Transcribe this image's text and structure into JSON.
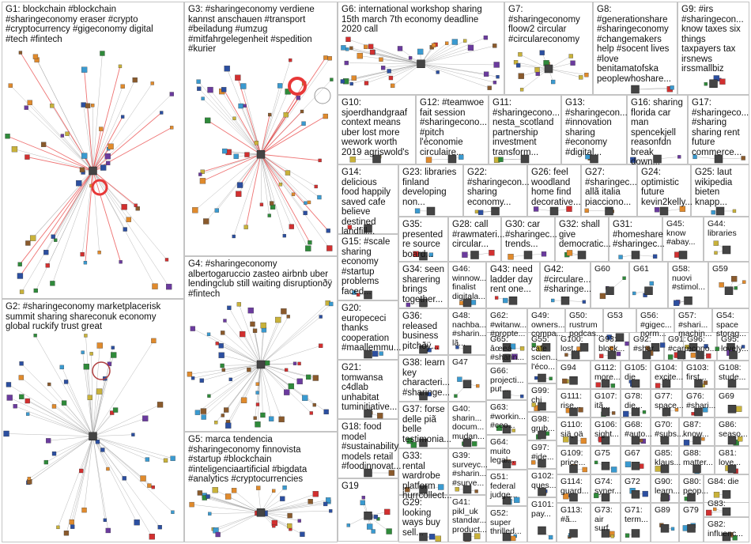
{
  "groups": [
    {
      "id": "G1",
      "label": "G1: blockchain #blockchain\n#sharingeconomy eraser #crypto\n#cryptocurrency #gigeconomy digital\n#tech #fintech"
    },
    {
      "id": "G2",
      "label": "G2: #sharingeconomy marketplacerisk\nsummit sharing shareconuk economy\nglobal ruckify trust great"
    },
    {
      "id": "G3",
      "label": "G3: #sharingeconomy verdiene\nkannst anschauen #transport\n#beiladung #umzug\n#mitfahrgelegenheit #spedition\n#kurier"
    },
    {
      "id": "G4",
      "label": "G4: #sharingeconomy\nalbertogaruccio zasteo airbnb uber\nlendingclub still waiting disruptionðÿ\n#fintech"
    },
    {
      "id": "G5",
      "label": "G5: marca tendencia\n#sharingeconomy finnovista\n#startup #blockchain\n#inteligenciaartificial #bigdata\n#analytics #cryptocurrencies"
    },
    {
      "id": "G6",
      "label": "G6: international workshop sharing\n15th march 7th economy deadline\n2020 call"
    },
    {
      "id": "G7",
      "label": "G7:\n#sharingeconomy\nfloow2 circular\n#circulareconomy"
    },
    {
      "id": "G8",
      "label": "G8:\n#generationshare\n#sharingeconomy\n#changemakers\nhelp #socent lives\n#love\nbenitamatofska\npeoplewhoshare..."
    },
    {
      "id": "G9",
      "label": "G9: #irs\n#sharingecon...\nknow taxes six\nthings\ntaxpayers tax\nirsnews\nirssmallbiz"
    },
    {
      "id": "G10",
      "label": "G10:\nsjoerdhandgraaf\ncontext means\nuber lost more\nwework worth\n2019 agriswold's"
    },
    {
      "id": "G11",
      "label": "G11:\n#sharingecono...\nnesta_scotland\npartnership\ninvestment\ntransform..."
    },
    {
      "id": "G12",
      "label": "G12: #teamwoe\nfait session\n#sharingecono...\n#pitch\nl'économie\ncirculaire..."
    },
    {
      "id": "G13",
      "label": "G13:\n#sharingecon...\n#innovation\nsharing\n#economy\n#digital..."
    },
    {
      "id": "G14",
      "label": "G14: delicious\nfood happily\nsaved cafe\nbelieve\ndestined\nlandfill..."
    },
    {
      "id": "G15",
      "label": "G15: #scale\nsharing\neconomy\n#startup\nproblems\nfaced..."
    },
    {
      "id": "G16",
      "label": "G16: sharing\nflorida car\nman\nspencekjell\nreasonfdn\nbreak down..."
    },
    {
      "id": "G17",
      "label": "G17:\n#sharingeco...\n#sharing\nsharing rent\nfuture\ncommerce..."
    },
    {
      "id": "G18",
      "label": "G18: food\nmodel\n#sustainability\nmodels retail\n#foodinnovat..."
    },
    {
      "id": "G19",
      "label": "G19"
    },
    {
      "id": "G20",
      "label": "G20:\neuropececi\nthanks\ncooperation\n#maallemmu..."
    },
    {
      "id": "G21",
      "label": "G21:\ntomwansa\nc4dlab\nunhabitat\ntuminitiative..."
    },
    {
      "id": "G22",
      "label": "G22:\n#sharingecon...\nsharing\neconomy..."
    },
    {
      "id": "G23",
      "label": "G23: libraries\nfinland\ndeveloping\nnon..."
    },
    {
      "id": "G24",
      "label": "G24:\noptimistic\nfuture\nkevin2kelly..."
    },
    {
      "id": "G25",
      "label": "G25: laut\nwikipedia\nbieten\nknapp..."
    },
    {
      "id": "G26",
      "label": "G26: feel\nwoodland\nhome find\ndecorative..."
    },
    {
      "id": "G27",
      "label": "G27:\n#sharingec...\nallã italia\npiacciono..."
    },
    {
      "id": "G28",
      "label": "G28: call\n#rawmateri...\ncircular..."
    },
    {
      "id": "G29",
      "label": "G29:\nlooking\nways buy\nsell..."
    },
    {
      "id": "G30",
      "label": "G30: car\n#sharingec...\ntrends..."
    },
    {
      "id": "G31",
      "label": "G31:\n#homeshare\n#sharingec..."
    },
    {
      "id": "G32",
      "label": "G32: shall\ngive\ndemocratic..."
    },
    {
      "id": "G33",
      "label": "G33: rental\nwardrobe\nplatform\nhurrcollect..."
    },
    {
      "id": "G34",
      "label": "G34: seen\nsharering\nbrings\ntogether..."
    },
    {
      "id": "G35",
      "label": "G35:\npresented\nre source\nboard..."
    },
    {
      "id": "G36",
      "label": "G36:\nreleased\nbusiness\npitchðÿ..."
    },
    {
      "id": "G37",
      "label": "G37: forse\ndelle piã\nbelle\ntestimonia..."
    },
    {
      "id": "G38",
      "label": "G38: learn\nkey\ncharacteri...\n#sharinge..."
    },
    {
      "id": "G39",
      "label": "G39:\nsurveyc...\n#sharin...\n#surve..."
    },
    {
      "id": "G40",
      "label": "G40:\nsharin...\ndocum...\nmudan..."
    },
    {
      "id": "G41",
      "label": "G41:\npikl_uk\nstandar...\nproduct..."
    },
    {
      "id": "G42",
      "label": "G42:\n#circulare...\n#sharinge..."
    },
    {
      "id": "G43",
      "label": "G43: need\nladder day\nrent one..."
    },
    {
      "id": "G44",
      "label": "G44:\nlibraries"
    },
    {
      "id": "G45",
      "label": "G45:\nknow\n#abay..."
    },
    {
      "id": "G46",
      "label": "G46:\nwinnow...\nfinalist\ndigitala..."
    },
    {
      "id": "G47",
      "label": "G47"
    },
    {
      "id": "G48",
      "label": "G48:\nnachba...\n#sharin...\nlã..."
    },
    {
      "id": "G49",
      "label": "G49:\nowners...\ncompa..."
    },
    {
      "id": "G50",
      "label": "G50:\nrustrum\npodcas..."
    },
    {
      "id": "G51",
      "label": "G51:\nfederal\njudge..."
    },
    {
      "id": "G52",
      "label": "G52:\nsuper\nthrilled..."
    },
    {
      "id": "G53",
      "label": "G53"
    },
    {
      "id": "G54",
      "label": "G54:\nspace\nstorag..."
    },
    {
      "id": "G55",
      "label": "G55:\ncafe\nscien...\nl'éco..."
    },
    {
      "id": "G56",
      "label": "G56:\n#gigec...\nnorm..."
    },
    {
      "id": "G57",
      "label": "G57:\n#shari...\nmachin..."
    },
    {
      "id": "G58",
      "label": "G58:\nnuovi\n#stimol..."
    },
    {
      "id": "G59",
      "label": "G59"
    },
    {
      "id": "G60",
      "label": "G60"
    },
    {
      "id": "G61",
      "label": "G61"
    },
    {
      "id": "G62",
      "label": "G62:\n#witanw...\n#propte..."
    },
    {
      "id": "G63",
      "label": "G63:\n#workin...\n#ceo..."
    },
    {
      "id": "G64",
      "label": "G64:\nmuito\nlegal..."
    },
    {
      "id": "G65",
      "label": "G65:\nâœeá\n#sharin..."
    },
    {
      "id": "G66",
      "label": "G66:\nprojecti...\nput..."
    },
    {
      "id": "G67",
      "label": "G67"
    },
    {
      "id": "G68",
      "label": "G68:\n#auto..."
    },
    {
      "id": "G69",
      "label": "G69"
    },
    {
      "id": "G70",
      "label": "G70:\n#subs..."
    },
    {
      "id": "G71",
      "label": "G71:\nterm..."
    },
    {
      "id": "G72",
      "label": "G72"
    },
    {
      "id": "G73",
      "label": "G73:\nair surf"
    },
    {
      "id": "G74",
      "label": "G74:\nsyner..."
    },
    {
      "id": "G75",
      "label": "G75"
    },
    {
      "id": "G76",
      "label": "G76:\n#shari..."
    },
    {
      "id": "G77",
      "label": "G77:\nspace..."
    },
    {
      "id": "G78",
      "label": "G78:\ndie..."
    },
    {
      "id": "G79",
      "label": "G79"
    },
    {
      "id": "G80",
      "label": "G80:\npeop..."
    },
    {
      "id": "G81",
      "label": "G81:\nlove..."
    },
    {
      "id": "G82",
      "label": "G82:\ninfluenc..."
    },
    {
      "id": "G83",
      "label": "G83:"
    },
    {
      "id": "G84",
      "label": "G84: die"
    },
    {
      "id": "G85",
      "label": "G85:\nklaus..."
    },
    {
      "id": "G86",
      "label": "G86:\nseaso..."
    },
    {
      "id": "G87",
      "label": "G87:\nknow..."
    },
    {
      "id": "G88",
      "label": "G88:\nmatter..."
    },
    {
      "id": "G89",
      "label": "G89"
    },
    {
      "id": "G90",
      "label": "G90:\nlearn..."
    },
    {
      "id": "G91",
      "label": "G91:\n#carp..."
    },
    {
      "id": "G92",
      "label": "G92:\n#shar..."
    },
    {
      "id": "G93",
      "label": "G93:\nblock..."
    },
    {
      "id": "G94",
      "label": "G94"
    },
    {
      "id": "G95",
      "label": "G95:\nlovely..."
    },
    {
      "id": "G96",
      "label": "G96:\necono..."
    },
    {
      "id": "G97",
      "label": "G97:\n#ide..."
    },
    {
      "id": "G98",
      "label": "G98:\ngrub..."
    },
    {
      "id": "G99",
      "label": "G99:\nchi"
    },
    {
      "id": "G100",
      "label": "G100:\nlost..."
    },
    {
      "id": "G101",
      "label": "G101:\npay..."
    },
    {
      "id": "G102",
      "label": "G102:\nques..."
    },
    {
      "id": "G103",
      "label": "G103:\nfirst..."
    },
    {
      "id": "G104",
      "label": "G104:\nexcite..."
    },
    {
      "id": "G105",
      "label": "G105:\ndie"
    },
    {
      "id": "G106",
      "label": "G106:\nsight..."
    },
    {
      "id": "G107",
      "label": "G107:\nitã..."
    },
    {
      "id": "G108",
      "label": "G108:\nstude..."
    },
    {
      "id": "G109",
      "label": "G109:\nprice..."
    },
    {
      "id": "G110",
      "label": "G110:\nsiä¸oä"
    },
    {
      "id": "G111",
      "label": "G111:\nrise..."
    },
    {
      "id": "G112",
      "label": "G112:\nmore..."
    },
    {
      "id": "G113",
      "label": "G113:\n#ã..."
    },
    {
      "id": "G114",
      "label": "G114:\nguard..."
    }
  ],
  "colors": {
    "edge": "#9a9a9a",
    "edge_red": "#e83838",
    "box_border": "#c4c4c4",
    "node_blue": "#2c4fa0",
    "node_green": "#2f8a3a",
    "node_purple": "#6b3b9e",
    "node_orange": "#e08a2c",
    "node_yellow": "#c9b23a",
    "node_red": "#d23030"
  }
}
